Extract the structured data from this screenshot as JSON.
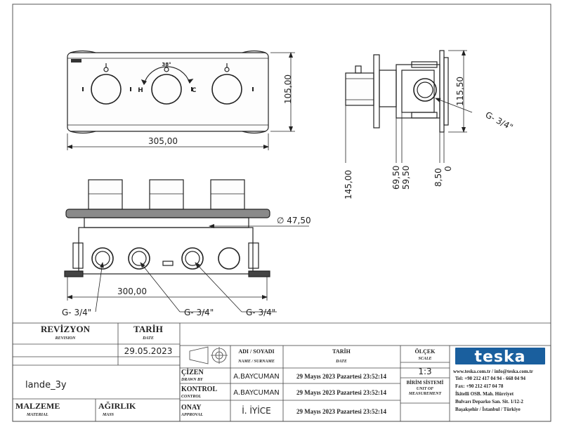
{
  "views": {
    "front": {
      "labels": {
        "hot": "H",
        "cold": "C",
        "temp": "38°"
      },
      "dims": {
        "width": "305,00",
        "height": "105,00"
      }
    },
    "side": {
      "dims": {
        "d1": "115,50",
        "thread": "G- 3/4\"",
        "d_145": "145,00",
        "d_69": "69,50",
        "d_59": "59,50",
        "d_8": "8,50",
        "d_0": "0"
      }
    },
    "bottom": {
      "dims": {
        "diameter": "∅ 47,50",
        "width": "300,00",
        "thread_a": "G- 3/4\"",
        "thread_b": "G- 3/4\"",
        "thread_c": "G- 3/4\""
      }
    }
  },
  "title_block": {
    "revision_label": "REVİZYON",
    "revision_sub": "REVISION",
    "date_label": "TARİH",
    "date_sub": "DATE",
    "revision_date": "29.05.2023",
    "part_name": "lande_3y",
    "material_label": "MALZEME",
    "material_sub": "MATERIAL",
    "weight_label": "AĞIRLIK",
    "weight_sub": "MASS",
    "name_header": "ADI / SOYADI",
    "name_header_sub": "NAME / SURNAME",
    "date_header": "TARİH",
    "date_header_sub": "DATE",
    "scale_label": "ÖLÇEK",
    "scale_sub": "SCALE",
    "scale_value": "1:3",
    "unit_label": "BİRİM SİSTEMİ",
    "unit_sub1": "UNIT OF",
    "unit_sub2": "MEASUREMENT",
    "rows": [
      {
        "role": "ÇİZEN",
        "role_sub": "DRAWN BY",
        "name": "A.BAYCUMAN",
        "date": "29 Mayıs 2023 Pazartesi 23:52:14"
      },
      {
        "role": "KONTROL",
        "role_sub": "CONTROL",
        "name": "A.BAYCUMAN",
        "date": "29 Mayıs 2023 Pazartesi 23:52:14"
      },
      {
        "role": "ONAY",
        "role_sub": "APPROVAL",
        "name": "İ. İYİCE",
        "date": "29 Mayıs 2023 Pazartesi 23:52:14"
      }
    ],
    "company": {
      "logo": "teska",
      "web": "www.teska.com.tr / info@teska.com.tr",
      "tel": "Tel:  +90 212 417 04 94 - 668 04 94",
      "fax": "Fax: +90 212 417 04 78",
      "addr1": "İkitelli OSB. Mah. Hürriyet",
      "addr2": "Bulvarı Deparko San. Sit. 1/12-2",
      "addr3": "Başakşehir / İstanbul / Türkiye",
      "brand_color": "#1a5f9e"
    }
  }
}
